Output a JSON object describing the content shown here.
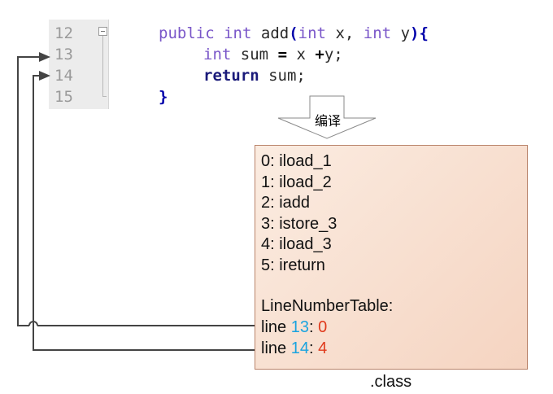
{
  "editor": {
    "line_numbers": [
      "12",
      "13",
      "14",
      "15"
    ],
    "line12": {
      "kw1": "public",
      "kw2": "int",
      "name": "add",
      "open": "(",
      "kw3": "int",
      "x": "x,",
      "kw4": "int",
      "y": "y",
      "close": ")",
      "brace": "{"
    },
    "line13": {
      "kw": "int",
      "text1": "sum",
      "eq": "=",
      "text2": "x",
      "plus": "+",
      "text3": "y;"
    },
    "line14": {
      "kw": "return",
      "text": "sum;"
    },
    "line15": {
      "brace": "}"
    }
  },
  "compile_label": "编译",
  "bytecode": {
    "instructions": [
      "0: iload_1",
      "1: iload_2",
      "2: iadd",
      "3: istore_3",
      "4: iload_3",
      "5: ireturn"
    ],
    "table_title": "LineNumberTable:",
    "entries": [
      {
        "prefix": "line ",
        "line": "13",
        "sep": ": ",
        "pc": "0"
      },
      {
        "prefix": "line ",
        "line": "14",
        "sep": ": ",
        "pc": "4"
      }
    ]
  },
  "file_label": ".class",
  "colors": {
    "line_number_blue": "#1aa3df",
    "pc_red": "#e03a1c",
    "keyword": "#7a57c9",
    "box_fill": "#f7dccb"
  }
}
